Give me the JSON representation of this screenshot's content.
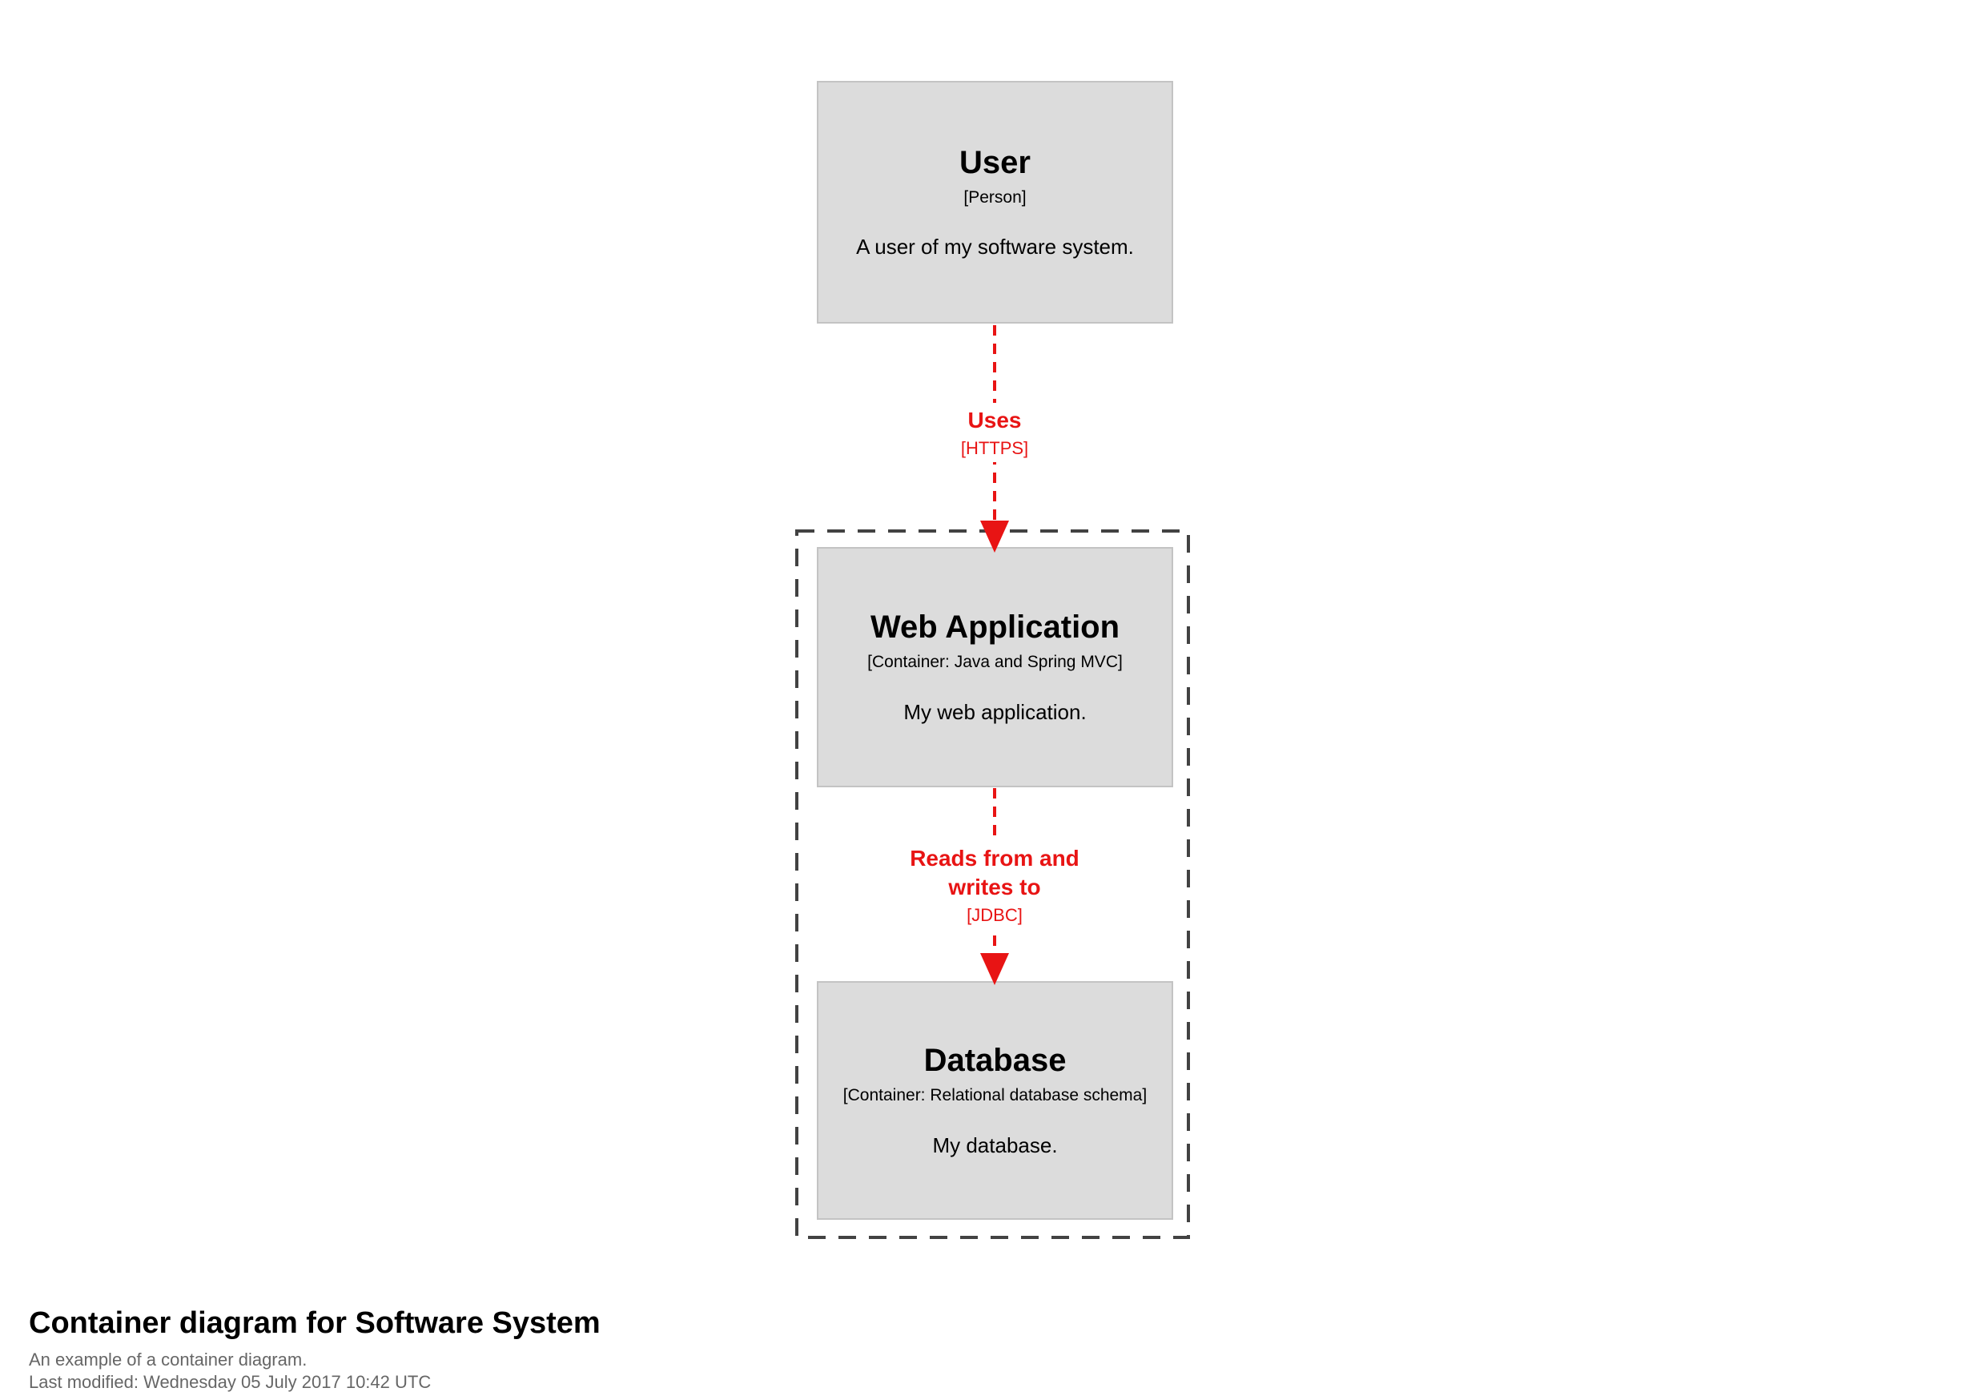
{
  "diagram": {
    "type": "c4-container-diagram",
    "nodes": [
      {
        "name": "User",
        "meta": "[Person]",
        "description": "A user of my software system."
      },
      {
        "name": "Web Application",
        "meta": "[Container: Java and Spring MVC]",
        "description": "My web application."
      },
      {
        "name": "Database",
        "meta": "[Container: Relational database schema]",
        "description": "My database."
      }
    ],
    "relationships": [
      {
        "label": "Uses",
        "technology": "[HTTPS]"
      },
      {
        "label": "Reads from and writes to",
        "technology": "[JDBC]"
      }
    ],
    "colors": {
      "node_fill": "#dcdcdc",
      "node_border": "#c3c3c3",
      "node_text": "#000000",
      "relationship": "#e81414",
      "boundary": "#424242",
      "footer_muted": "#666666",
      "background": "#ffffff"
    }
  },
  "footer": {
    "title": "Container diagram for Software System",
    "subtitle": "An example of a container diagram.",
    "last_modified": "Last modified: Wednesday 05 July 2017 10:42 UTC"
  }
}
